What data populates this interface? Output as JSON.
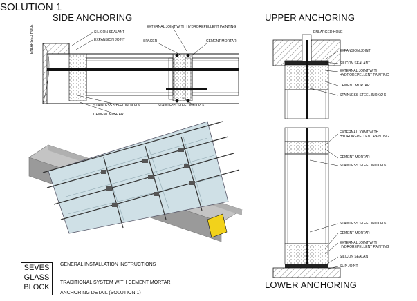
{
  "header": {
    "solution": "SOLUTION 1",
    "side": "SIDE ANCHORING",
    "upper": "UPPER ANCHORING",
    "lower": "LOWER ANCHORING"
  },
  "side_labels": {
    "silicon_sealant": "SILICON SEALANT",
    "expansion_joint": "EXPANSION JOINT",
    "external_joint": "EXTERNAL JOINT WITH HYDROREPELLENT PAINTING",
    "spacer": "SPACER",
    "cement_mortar_top": "CEMENT MORTAR",
    "enlarged_hole": "ENLARGED HOLE",
    "stainless_left": "STAINLESS STEEL INOX Ø 6",
    "stainless_right": "STAINLESS STEEL INOX Ø 6",
    "cement_mortar_bottom": "CEMENT MORTAR"
  },
  "upper_labels": {
    "enlarged_hole": "ENLARGED HOLE",
    "expansion_joint": "EXPANSION JOINT",
    "silicon_sealant": "SILICON SEALANT",
    "external_joint_1": "EXTERNAL JOINT WITH",
    "external_joint_2": "HYDROREPELLENT PAINTING",
    "cement_mortar": "CEMENT MORTAR",
    "stainless": "STAINLESS STEEL INOX Ø 6"
  },
  "mid_labels": {
    "external_joint_1": "EXTERNAL JOINT WITH",
    "external_joint_2": "HYDROREPELLENT PAINTING",
    "cement_mortar": "CEMENT MORTAR",
    "stainless": "STAINLESS STEEL INOX Ø 6"
  },
  "lower_labels": {
    "stainless": "STAINLESS STEEL INOX Ø 6",
    "cement_mortar": "CEMENT MORTAR",
    "external_joint_1": "EXTERNAL JOINT WITH",
    "external_joint_2": "HYDROREPELLENT PAINTING",
    "silicon_sealant": "SILICON SEALANT",
    "slip_joint": "SLIP JOINT"
  },
  "footer": {
    "logo_1": "SEVES",
    "logo_2": "GLASS",
    "logo_3": "BLOCK",
    "general": "GENERAL INSTALLATION INSTRUCTIONS",
    "system": "TRADITIONAL SYSTEM WITH CEMENT MORTAR",
    "detail": "ANCHORING DETAIL (SOLUTION 1)"
  },
  "colors": {
    "accent": "#f2d21b",
    "line": "#111111",
    "glass": "#cfe0e6"
  }
}
